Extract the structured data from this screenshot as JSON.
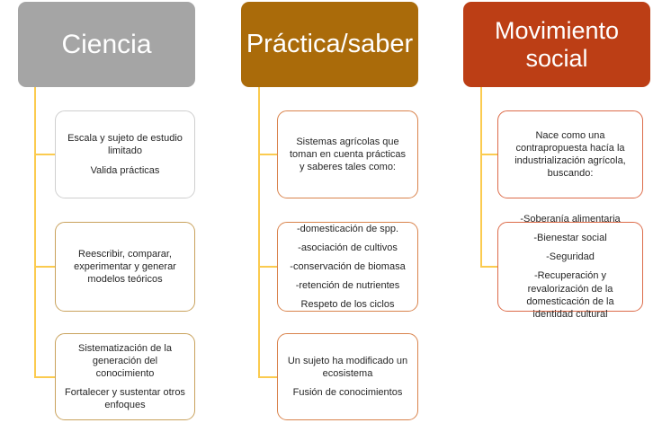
{
  "diagram": {
    "connector_color": "#FBCB4F",
    "columns": [
      {
        "id": "ciencia",
        "header": {
          "label": "Ciencia",
          "bg": "#A5A5A5"
        },
        "children": [
          {
            "border": "#CFCFCF",
            "paragraphs": [
              "Escala y sujeto de estudio limitado",
              "Valida prácticas"
            ]
          },
          {
            "border": "#C9A25D",
            "paragraphs": [
              "Reescribir, comparar, experimentar y generar modelos teóricos"
            ]
          },
          {
            "border": "#C9A25D",
            "paragraphs": [
              "Sistematización de la generación del conocimiento",
              "Fortalecer y sustentar otros enfoques"
            ]
          }
        ]
      },
      {
        "id": "practica-saber",
        "header": {
          "label": "Práctica/saber",
          "bg": "#AA6B0A"
        },
        "children": [
          {
            "border": "#D9834C",
            "paragraphs": [
              "Sistemas agrícolas que toman en cuenta prácticas y saberes tales como:"
            ]
          },
          {
            "border": "#D9834C",
            "paragraphs": [
              "-domesticación de spp.",
              "-asociación de cultivos",
              "-conservación de biomasa",
              "-retención de nutrientes",
              "Respeto de los ciclos"
            ]
          },
          {
            "border": "#D9834C",
            "paragraphs": [
              "Un sujeto ha modificado un ecosistema",
              "Fusión de conocimientos"
            ]
          }
        ]
      },
      {
        "id": "movimiento-social",
        "header": {
          "label": "Movimiento social",
          "bg": "#BC3E15"
        },
        "children": [
          {
            "border": "#DC6B49",
            "paragraphs": [
              "Nace como una contrapropuesta hacía la industrialización agrícola, buscando:"
            ]
          },
          {
            "border": "#DC6B49",
            "paragraphs": [
              "-Soberanía alimentaria",
              "-Bienestar social",
              "-Seguridad",
              "-Recuperación y revalorización de la domesticación de la identidad cultural"
            ]
          }
        ]
      }
    ]
  }
}
